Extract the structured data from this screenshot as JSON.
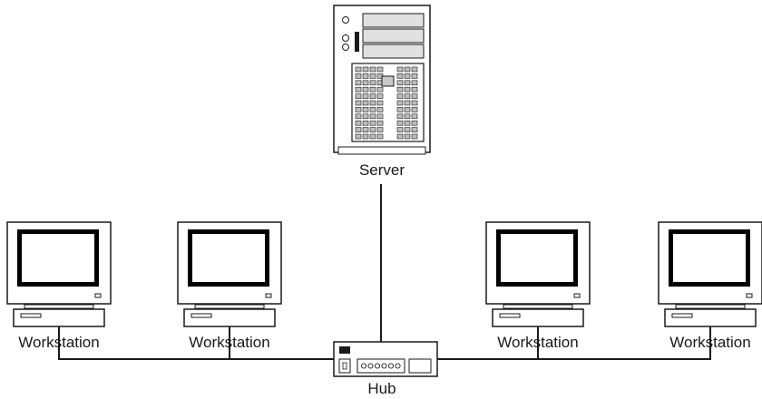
{
  "diagram": {
    "server": {
      "label": "Server"
    },
    "hub": {
      "label": "Hub"
    },
    "workstations": [
      {
        "label": "Workstation"
      },
      {
        "label": "Workstation"
      },
      {
        "label": "Workstation"
      },
      {
        "label": "Workstation"
      }
    ]
  },
  "colors": {
    "stroke": "#1a1a1a",
    "fill": "#ffffff",
    "screen": "#000000",
    "bay": "#d8d8d8",
    "grille": "#bdbdbd"
  }
}
